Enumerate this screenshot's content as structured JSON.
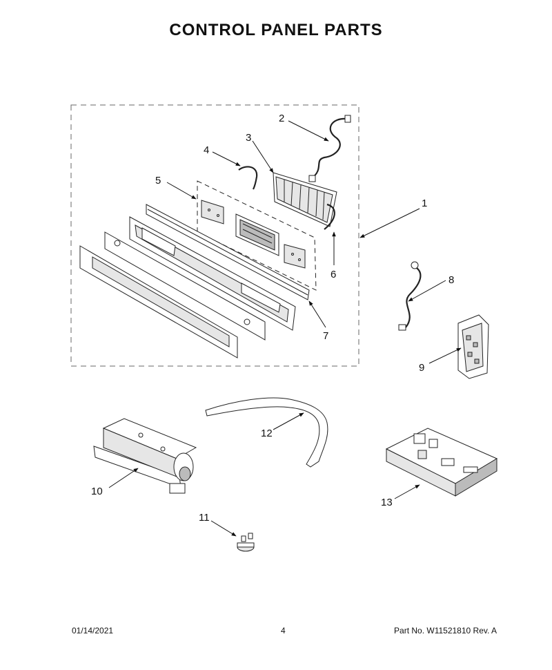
{
  "title": "CONTROL PANEL PARTS",
  "callouts": [
    "1",
    "2",
    "3",
    "4",
    "5",
    "6",
    "7",
    "8",
    "9",
    "10",
    "11",
    "12",
    "13"
  ],
  "footer": {
    "date": "01/14/2021",
    "page": "4",
    "part_number": "Part No.  W11521810  Rev.  A"
  }
}
